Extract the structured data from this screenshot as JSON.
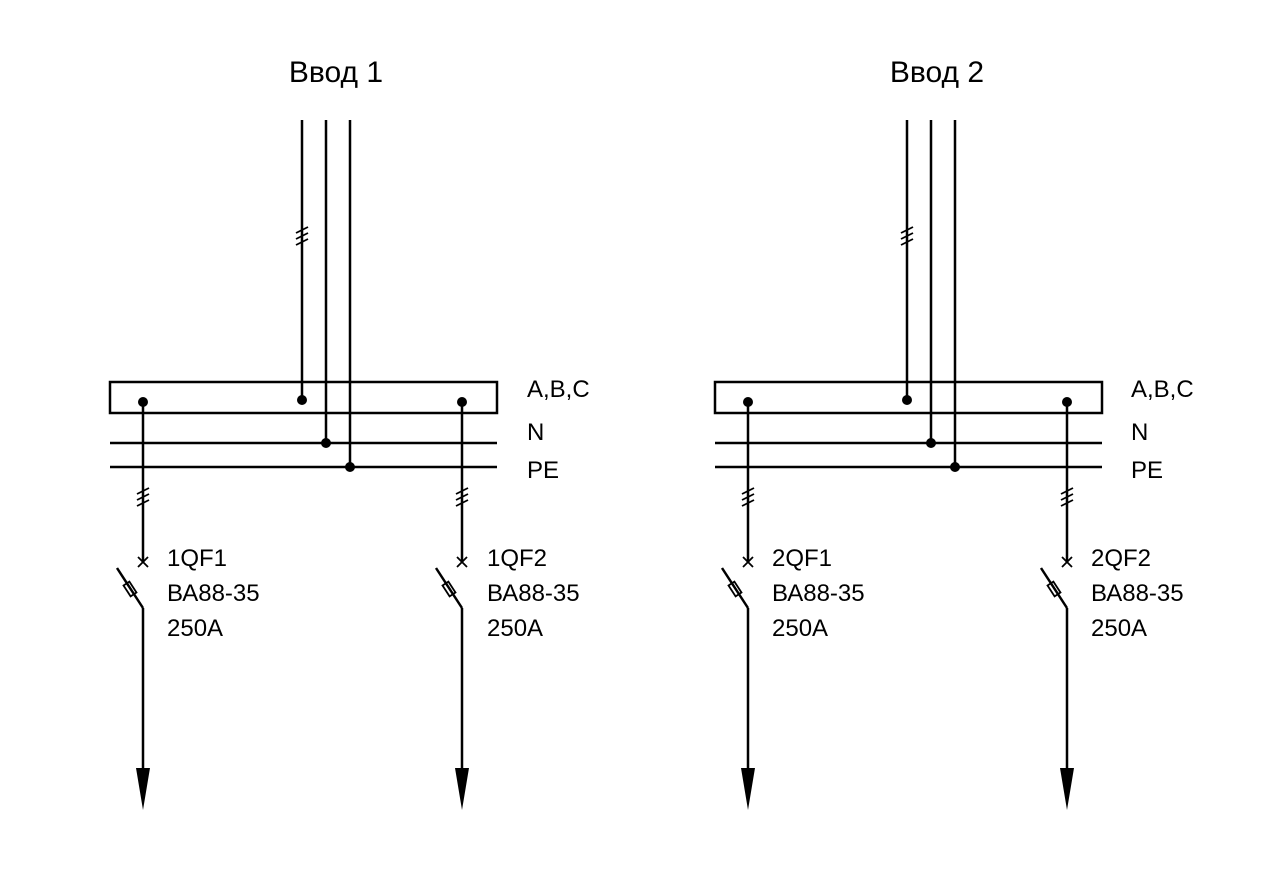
{
  "diagram": {
    "colors": {
      "line": "#000000",
      "background": "#ffffff"
    },
    "inputs": [
      {
        "title": "Ввод 1",
        "bus_labels": {
          "phases": "A,B,C",
          "neutral": "N",
          "pe": "PE"
        },
        "breakers": [
          {
            "id": "1QF1",
            "model": "ВА88-35",
            "rating": "250А"
          },
          {
            "id": "1QF2",
            "model": "ВА88-35",
            "rating": "250А"
          }
        ]
      },
      {
        "title": "Ввод 2",
        "bus_labels": {
          "phases": "A,B,C",
          "neutral": "N",
          "pe": "PE"
        },
        "breakers": [
          {
            "id": "2QF1",
            "model": "ВА88-35",
            "rating": "250А"
          },
          {
            "id": "2QF2",
            "model": "ВА88-35",
            "rating": "250А"
          }
        ]
      }
    ]
  }
}
